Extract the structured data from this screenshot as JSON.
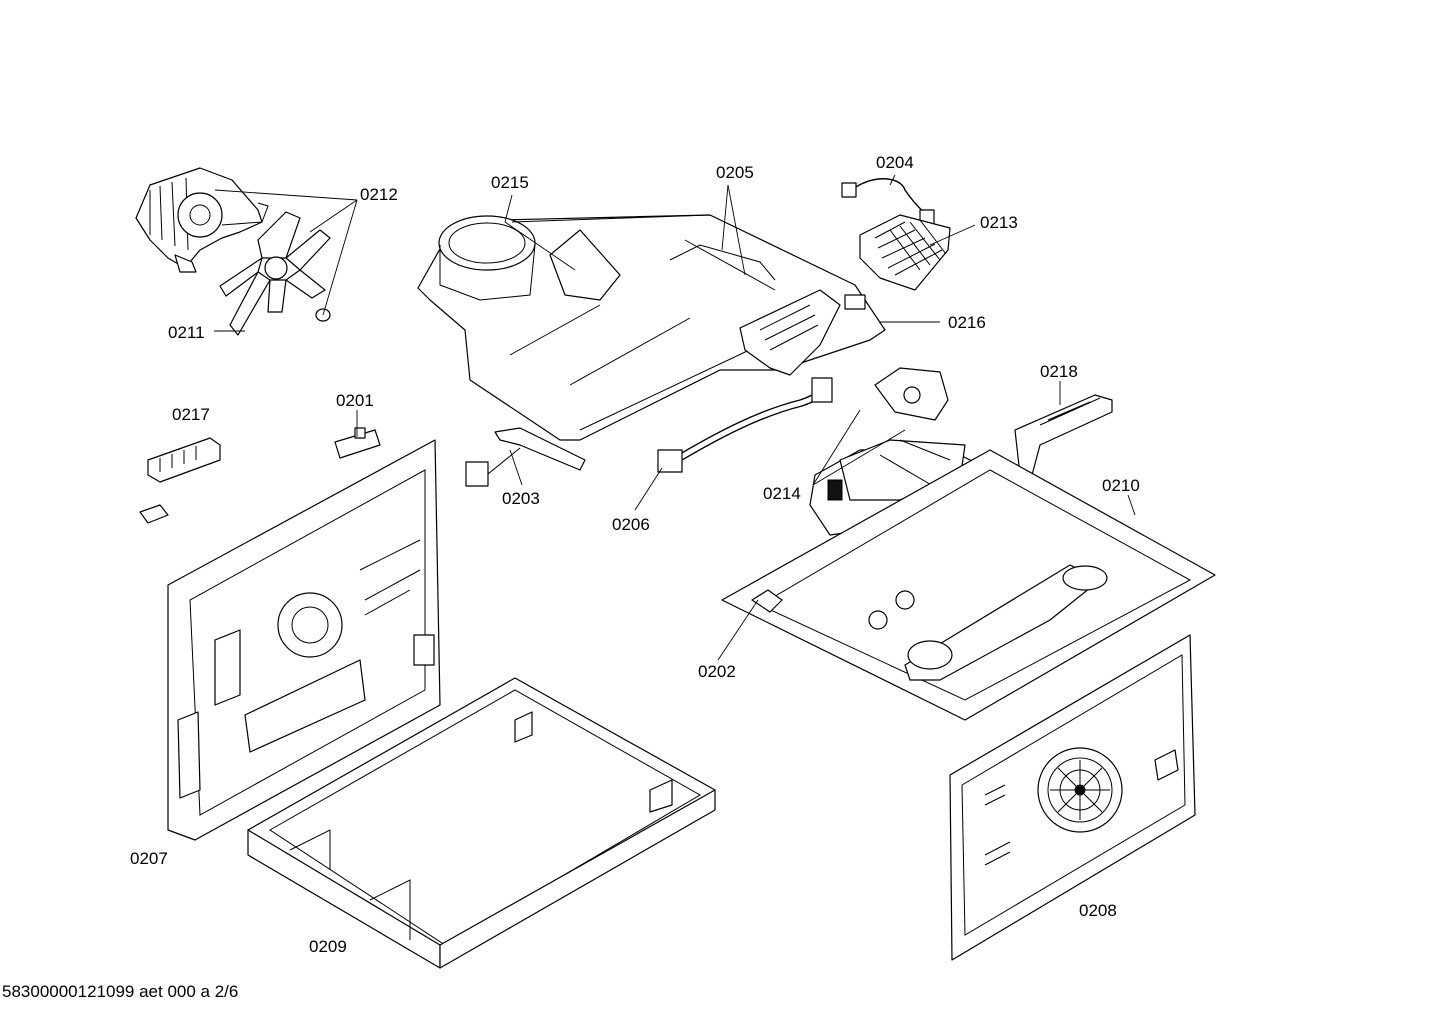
{
  "labels": {
    "p0201": "0201",
    "p0202": "0202",
    "p0203": "0203",
    "p0204": "0204",
    "p0205": "0205",
    "p0206": "0206",
    "p0207": "0207",
    "p0208": "0208",
    "p0209": "0209",
    "p0210": "0210",
    "p0211": "0211",
    "p0212": "0212",
    "p0213": "0213",
    "p0214": "0214",
    "p0215": "0215",
    "p0216": "0216",
    "p0217": "0217",
    "p0218": "0218"
  },
  "footer": "58300000121099 aet 000 a 2/6"
}
